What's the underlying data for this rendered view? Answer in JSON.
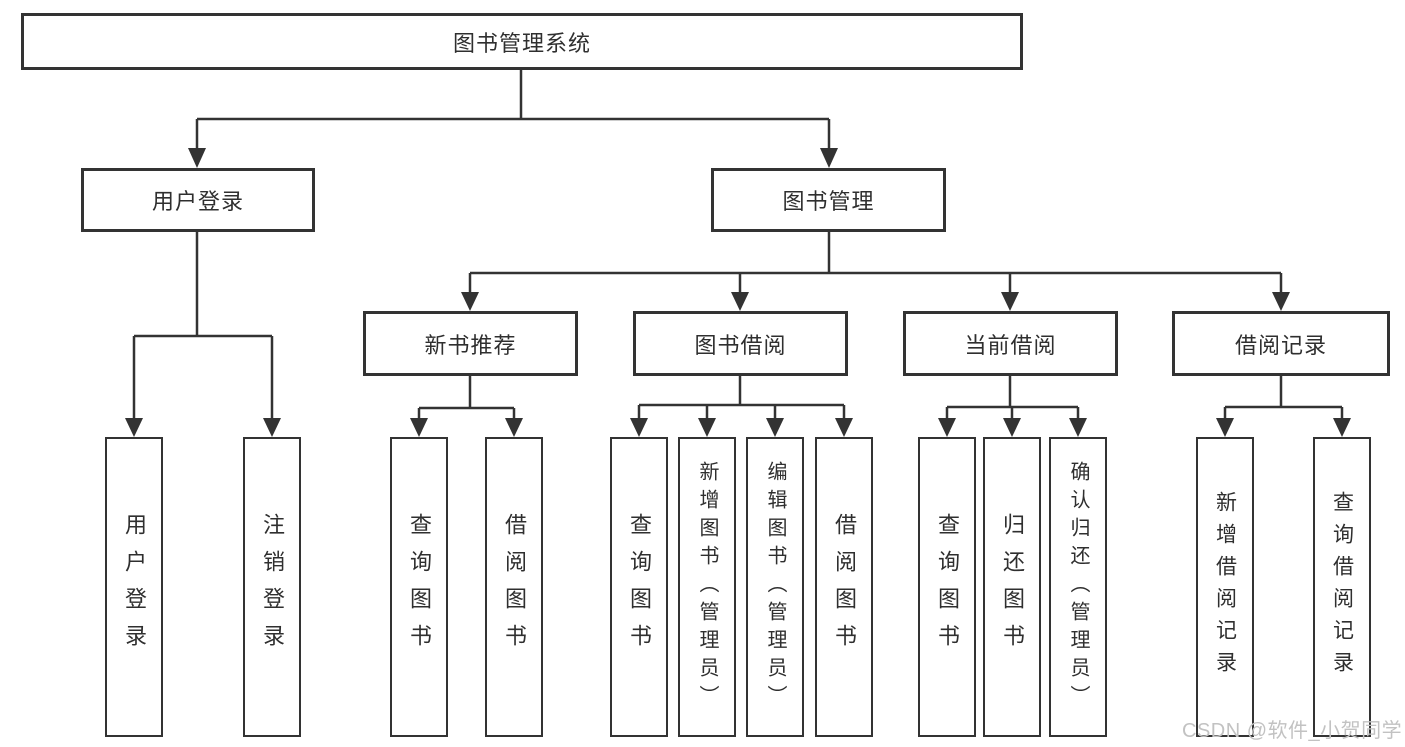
{
  "diagram_title": "图书管理系统",
  "colors": {
    "line": "#333333",
    "text": "#2f2f2f",
    "box_background": "#ffffff",
    "page_background": "#ffffff",
    "watermark": "#c2c2c2"
  },
  "tree": {
    "root": "图书管理系统",
    "branches": [
      {
        "label": "用户登录",
        "leaves": [
          "用户登录",
          "注销登录"
        ]
      },
      {
        "label": "图书管理",
        "groups": [
          {
            "label": "新书推荐",
            "leaves": [
              "查询图书",
              "借阅图书"
            ]
          },
          {
            "label": "图书借阅",
            "leaves": [
              "查询图书",
              "新增图书（管理员）",
              "编辑图书（管理员）",
              "借阅图书"
            ]
          },
          {
            "label": "当前借阅",
            "leaves": [
              "查询图书",
              "归还图书",
              "确认归还（管理员）"
            ]
          },
          {
            "label": "借阅记录",
            "leaves": [
              "新增借阅记录",
              "查询借阅记录"
            ]
          }
        ]
      }
    ]
  },
  "watermark": {
    "text": "CSDN @软件_小贺同学"
  }
}
